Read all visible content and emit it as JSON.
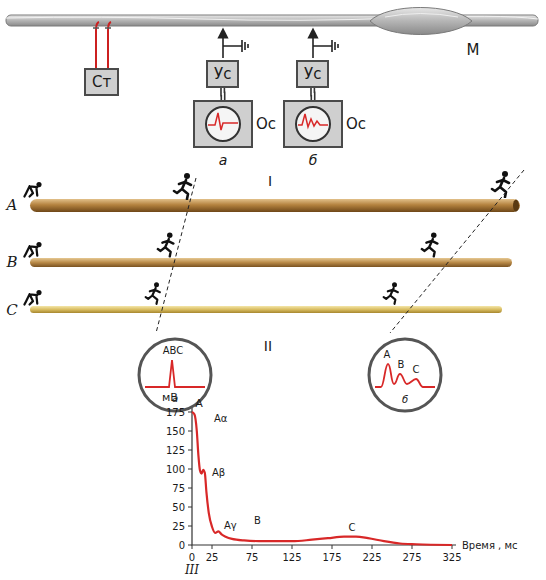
{
  "diagram": {
    "nodes": [
      {
        "text": [
          "Ст"
        ]
      },
      {
        "text": [
          "Ус"
        ]
      },
      {
        "text": [
          "Ус"
        ]
      },
      {
        "text": [
          "Ос",
          "а"
        ]
      },
      {
        "text": [
          "Ос",
          "б"
        ]
      },
      {
        "text": [
          "ABC",
          "а"
        ]
      },
      {
        "text": [
          "A",
          "B",
          "C",
          "б"
        ]
      }
    ],
    "edges": [
      {
        "from": 1,
        "to": 3,
        "arrow": "none"
      },
      {
        "from": 2,
        "to": 4,
        "arrow": "none"
      }
    ],
    "labels": [
      "I",
      "М",
      "A",
      "B",
      "C",
      "II",
      "мВ",
      "175",
      "150",
      "125",
      "100",
      "75",
      "50",
      "25",
      "0",
      "0",
      "25",
      "75",
      "125",
      "175",
      "225",
      "275",
      "325",
      "Время , мс",
      "A",
      "Aα",
      "Aβ",
      "Aγ",
      "B",
      "C",
      "III"
    ]
  }
}
